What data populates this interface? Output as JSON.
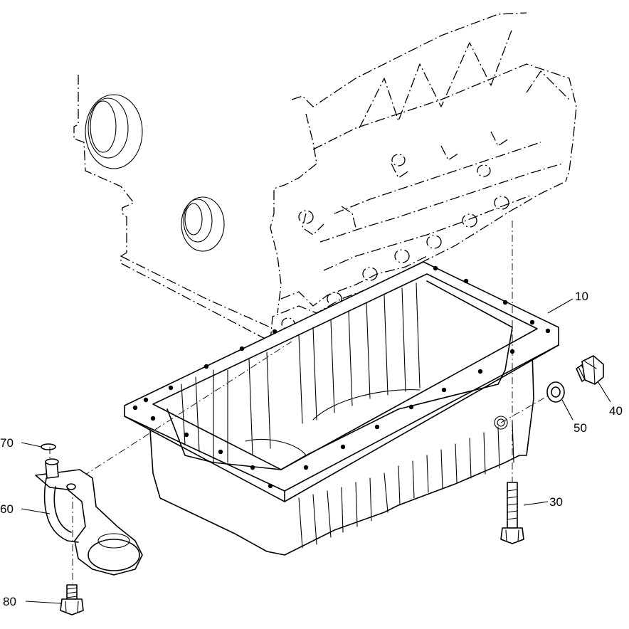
{
  "callouts": {
    "c10": "10",
    "c30": "30",
    "c40": "40",
    "c50": "50",
    "c60": "60",
    "c70": "70",
    "c80": "80"
  }
}
